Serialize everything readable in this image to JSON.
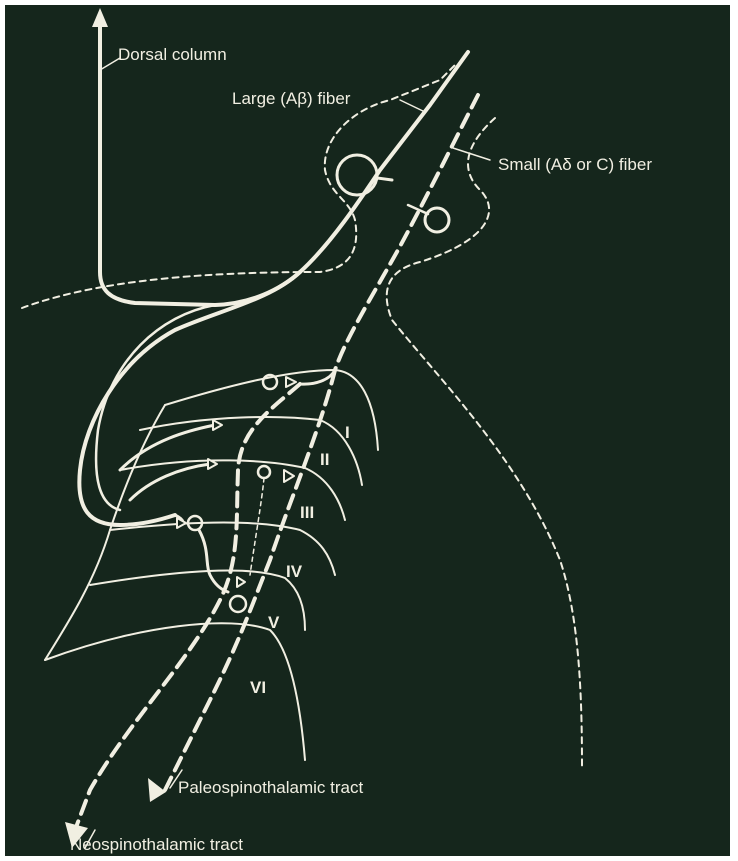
{
  "labels": {
    "dorsal_column": "Dorsal column",
    "large_fiber": "Large (Aβ) fiber",
    "small_fiber": "Small (Aδ or C) fiber",
    "paleospinothalamic": "Paleospinothalamic tract",
    "neospinothalamic": "Neospinothalamic tract"
  },
  "laminae": [
    "I",
    "II",
    "III",
    "IV",
    "V",
    "VI"
  ],
  "colors": {
    "background": "#15261c",
    "line": "#f1efe2"
  }
}
